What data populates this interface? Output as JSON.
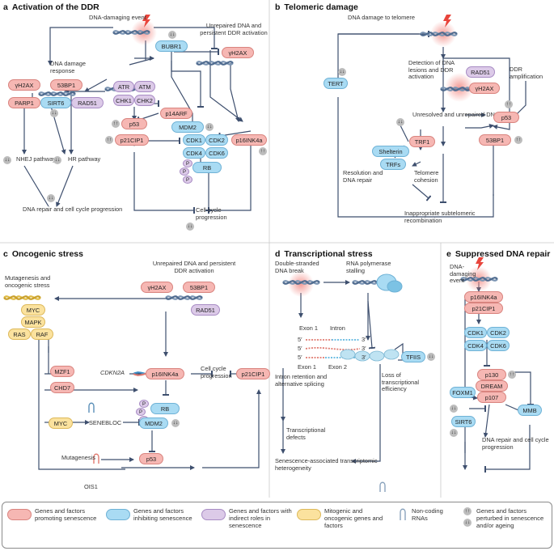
{
  "panels": {
    "a": {
      "letter": "a",
      "title": "Activation of the DDR"
    },
    "b": {
      "letter": "b",
      "title": "Telomeric damage"
    },
    "c": {
      "letter": "c",
      "title": "Oncogenic stress"
    },
    "d": {
      "letter": "d",
      "title": "Transcriptional stress"
    },
    "e": {
      "letter": "e",
      "title": "Suppressed DNA repair"
    }
  },
  "a": {
    "dna_event": "DNA-damaging event",
    "unrepaired": "Unrepaired DNA and persistent DDR activation",
    "ddr_response": "DNA damage response",
    "nhej": "NHEJ pathway",
    "hr": "HR pathway",
    "repair_prog": "DNA repair and cell cycle progression",
    "cell_cycle": "Cell cycle progression",
    "nodes": {
      "bubr1": "BUBR1",
      "gh2ax_r": "γH2AX",
      "gh2ax_l": "γH2AX",
      "p53bp1": "53BP1",
      "parp1": "PARP1",
      "sirt6": "SIRT6",
      "rad51": "RAD51",
      "atr": "ATR",
      "atm": "ATM",
      "chk1": "CHK1",
      "chk2": "CHK2",
      "p14": "p14ARF",
      "p53": "p53",
      "mdm2": "MDM2",
      "p21": "p21CIP1",
      "cdk1": "CDK1",
      "cdk2": "CDK2",
      "cdk4": "CDK4",
      "cdk6": "CDK6",
      "rb": "RB",
      "p16": "p16INK4a",
      "p": "P"
    }
  },
  "b": {
    "dna_damage": "DNA damage to telomere",
    "detection": "Detection of DNA lesions and DDR activation",
    "ddr_amp": "DDR amplification",
    "unresolved": "Unresolved and unrepaired DNA",
    "resolution": "Resolution and DNA repair",
    "cohesion": "Telomere cohesion",
    "inappropriate": "Inappropriate subtelomeric recombination",
    "nodes": {
      "tert": "TERT",
      "rad51": "RAD51",
      "gh2ax": "γH2AX",
      "p53": "p53",
      "trf1": "TRF1",
      "shelterin": "Shelterin",
      "trfs": "TRFs",
      "p53bp1": "53BP1"
    }
  },
  "c": {
    "mutagenesis_stress": "Mutagenesis and oncogenic stress",
    "unrepaired": "Unrepaired DNA and persistent DDR activation",
    "cdkn2a": "CDKN2A",
    "cell_cycle": "Cell cycle progression",
    "senebloc": "SENEBLOC",
    "mutagenesis": "Mutagenesis",
    "ois1": "OIS1",
    "nodes": {
      "myc": "MYC",
      "mapk": "MAPK",
      "ras": "RAS",
      "raf": "RAF",
      "gh2ax": "γH2AX",
      "p53bp1": "53BP1",
      "rad51": "RAD51",
      "mzf1": "MZF1",
      "chd7": "CHD7",
      "p16": "p16INK4a",
      "p21": "p21CIP1",
      "rb": "RB",
      "myc2": "MYC",
      "mdm2": "MDM2",
      "p53": "p53",
      "p": "P"
    }
  },
  "d": {
    "dsb": "Double-stranded DNA break",
    "rnap": "RNA polymerase stalling",
    "exon1": "Exon 1",
    "intron": "Intron",
    "exon1b": "Exon 1",
    "exon2": "Exon 2",
    "five": "5′",
    "three": "3′",
    "intron_ret": "Intron retention and alternative splicing",
    "loss": "Loss of transcriptional efficiency",
    "defects": "Transcriptional defects",
    "heterogeneity": "Senescence-associated transcriptomic heterogeneity",
    "nodes": {
      "tfiis": "TFIIS"
    }
  },
  "e": {
    "dna_event": "DNA-damaging event",
    "repair_prog": "DNA repair and cell cycle progression",
    "nodes": {
      "p16": "p16INK4a",
      "p21": "p21CIP1",
      "cdk1": "CDK1",
      "cdk2": "CDK2",
      "cdk4": "CDK4",
      "cdk6": "CDK6",
      "p130": "p130",
      "dream": "DREAM",
      "p107": "p107",
      "foxm1": "FOXM1",
      "mmb": "MMB",
      "sirt6": "SIRT6"
    }
  },
  "badges": {
    "up": "↑↑",
    "down": "↓↓"
  },
  "legend": {
    "promoting": "Genes and factors promoting senescence",
    "inhibiting": "Genes and factors inhibiting senescence",
    "indirect": "Genes and factors with indirect roles in senescence",
    "mitogenic": "Mitogenic and oncogenic genes and factors",
    "noncoding": "Non-coding RNAs",
    "perturbed": "Genes and factors perturbed in senescence and/or ageing"
  },
  "colors": {
    "promoting": "#f6b7b3",
    "inhibiting": "#a9dbf3",
    "indirect": "#dccae8",
    "mitogenic": "#fbe29e",
    "arrow": "#3e4f6e",
    "dna_blue": "#7c95b3",
    "dna_red": "#e8453c"
  },
  "icons": [
    "lightning-icon",
    "dna-helix-icon",
    "rna-hairpin-icon",
    "rna-polymerase-icon",
    "nucleosome-icon"
  ]
}
